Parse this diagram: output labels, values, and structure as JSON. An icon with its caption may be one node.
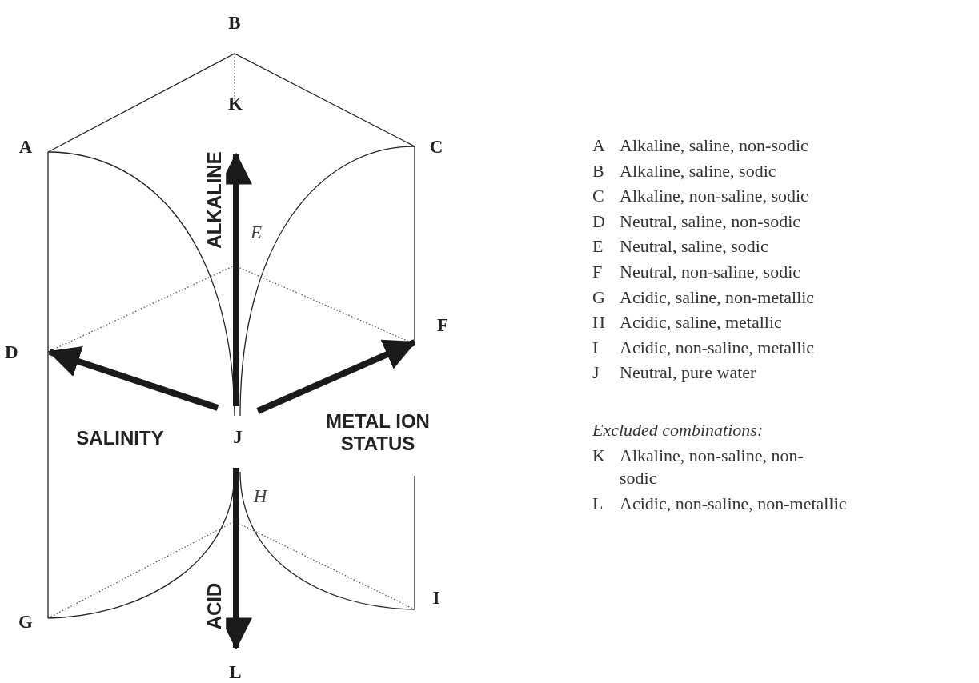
{
  "diagram": {
    "nodes": [
      {
        "text": [
          "K"
        ]
      },
      {
        "text": [
          "D"
        ]
      },
      {
        "text": [
          "F"
        ]
      },
      {
        "text": [
          "J"
        ]
      },
      {
        "text": [
          "L"
        ]
      }
    ],
    "edges": [
      {
        "from": 3,
        "to": 0,
        "arrow": "to",
        "label": "ALKALINE"
      },
      {
        "from": 3,
        "to": 1,
        "arrow": "to",
        "label": "SALINITY"
      },
      {
        "from": 3,
        "to": 2,
        "arrow": "to",
        "label": "METAL ION STATUS"
      },
      {
        "from": 3,
        "to": 4,
        "arrow": "to",
        "label": "ACID"
      }
    ],
    "labels": [
      "B",
      "A",
      "C",
      "E",
      "H",
      "G",
      "I",
      "A",
      "Alkaline, saline, non-sodic",
      "B",
      "Alkaline, saline, sodic",
      "C",
      "Alkaline, non-saline, sodic",
      "D",
      "Neutral, saline, non-sodic",
      "E",
      "Neutral, saline, sodic",
      "F",
      "Neutral, non-saline, sodic",
      "G",
      "Acidic, saline, non-metallic",
      "H",
      "Acidic, saline, metallic",
      "I",
      "Acidic, non-saline, metallic",
      "J",
      "Neutral, pure water",
      "Excluded combinations:",
      "K",
      "Alkaline, non-saline, non-sodic",
      "L",
      "Acidic, non-saline, non-metallic"
    ]
  }
}
